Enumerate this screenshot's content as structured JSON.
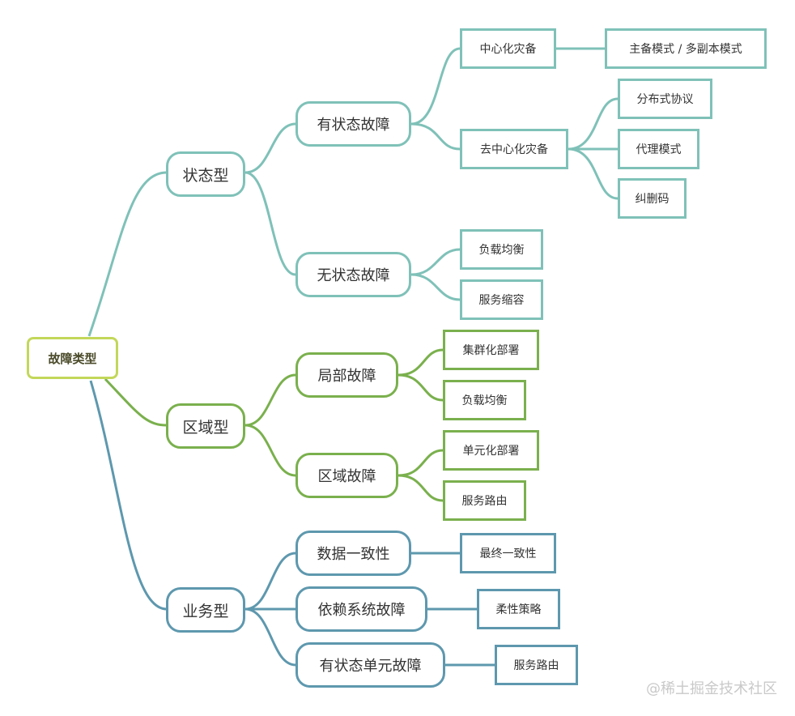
{
  "colors": {
    "root": "#c3d75a",
    "stateful_branch": "#7fc1b8",
    "region_branch": "#7ab04d",
    "business_branch": "#5e98ae"
  },
  "root": {
    "label": "故障类型"
  },
  "branches": [
    {
      "label": "状态型",
      "children": [
        {
          "label": "有状态故障",
          "children": [
            {
              "label": "中心化灾备",
              "children": [
                {
                  "label": "主备模式 / 多副本模式"
                }
              ]
            },
            {
              "label": "去中心化灾备",
              "children": [
                {
                  "label": "分布式协议"
                },
                {
                  "label": "代理模式"
                },
                {
                  "label": "纠删码"
                }
              ]
            }
          ]
        },
        {
          "label": "无状态故障",
          "children": [
            {
              "label": "负载均衡"
            },
            {
              "label": "服务缩容"
            }
          ]
        }
      ]
    },
    {
      "label": "区域型",
      "children": [
        {
          "label": "局部故障",
          "children": [
            {
              "label": "集群化部署"
            },
            {
              "label": "负载均衡"
            }
          ]
        },
        {
          "label": "区域故障",
          "children": [
            {
              "label": "单元化部署"
            },
            {
              "label": "服务路由"
            }
          ]
        }
      ]
    },
    {
      "label": "业务型",
      "children": [
        {
          "label": "数据一致性",
          "children": [
            {
              "label": "最终一致性"
            }
          ]
        },
        {
          "label": "依赖系统故障",
          "children": [
            {
              "label": "柔性策略"
            }
          ]
        },
        {
          "label": "有状态单元故障",
          "children": [
            {
              "label": "服务路由"
            }
          ]
        }
      ]
    }
  ],
  "watermark": "@稀土掘金技术社区"
}
